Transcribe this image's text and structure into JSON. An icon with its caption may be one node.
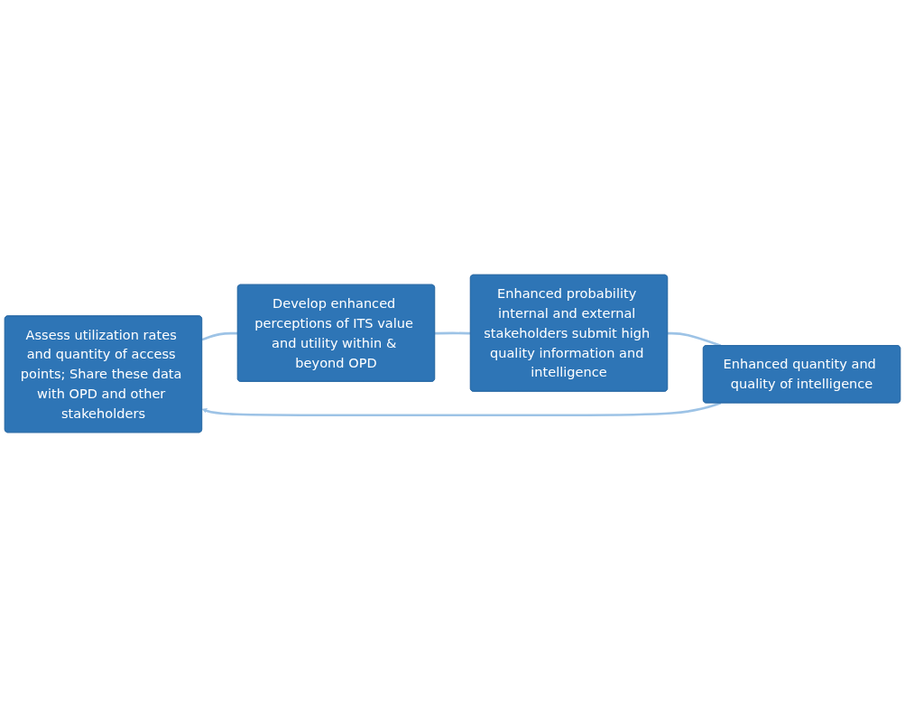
{
  "diagram": {
    "nodes": [
      {
        "text": [
          "Assess utilization rates and quantity of access points; Share these data with OPD and other stakeholders"
        ]
      },
      {
        "text": [
          "Develop enhanced perceptions of ITS value and utility within & beyond OPD"
        ]
      },
      {
        "text": [
          "Enhanced probability internal and external stakeholders submit high quality information and intelligence"
        ]
      },
      {
        "text": [
          "Enhanced quantity and quality of intelligence"
        ]
      }
    ],
    "edges": [
      {
        "from": 0,
        "to": 1,
        "arrow": "none"
      },
      {
        "from": 1,
        "to": 2,
        "arrow": "none"
      },
      {
        "from": 2,
        "to": 3,
        "arrow": "none"
      },
      {
        "from": 3,
        "to": 0,
        "arrow": "to"
      }
    ]
  }
}
